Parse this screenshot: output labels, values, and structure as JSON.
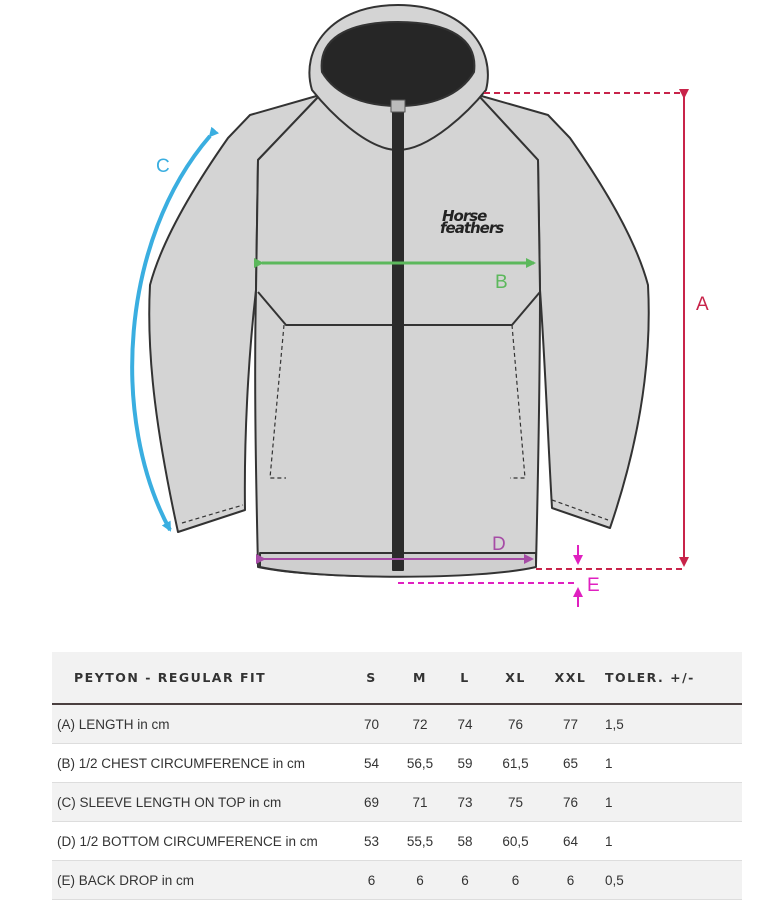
{
  "diagram": {
    "logo": {
      "line1": "Horse",
      "line2": "feathers"
    },
    "labels": {
      "A": {
        "text": "A",
        "color": "#c8244a"
      },
      "B": {
        "text": "B",
        "color": "#5cb85c"
      },
      "C": {
        "text": "C",
        "color": "#3aaee0"
      },
      "D": {
        "text": "D",
        "color": "#a64ca6"
      },
      "E": {
        "text": "E",
        "color": "#e020c0"
      }
    }
  },
  "table": {
    "header": {
      "title": "PEYTON - REGULAR FIT",
      "sizes": [
        "S",
        "M",
        "L",
        "XL",
        "XXL"
      ],
      "tolerance": "TOLER. +/-"
    },
    "rows": [
      {
        "label": "(A) LENGTH in cm",
        "values": [
          "70",
          "72",
          "74",
          "76",
          "77"
        ],
        "tolerance": "1,5"
      },
      {
        "label": "(B) 1/2 CHEST CIRCUMFERENCE in cm",
        "values": [
          "54",
          "56,5",
          "59",
          "61,5",
          "65"
        ],
        "tolerance": "1"
      },
      {
        "label": "(C) SLEEVE LENGTH ON TOP in cm",
        "values": [
          "69",
          "71",
          "73",
          "75",
          "76"
        ],
        "tolerance": "1"
      },
      {
        "label": "(D) 1/2 BOTTOM CIRCUMFERENCE in cm",
        "values": [
          "53",
          "55,5",
          "58",
          "60,5",
          "64"
        ],
        "tolerance": "1"
      },
      {
        "label": "(E) BACK DROP in cm",
        "values": [
          "6",
          "6",
          "6",
          "6",
          "6"
        ],
        "tolerance": "0,5"
      }
    ]
  }
}
